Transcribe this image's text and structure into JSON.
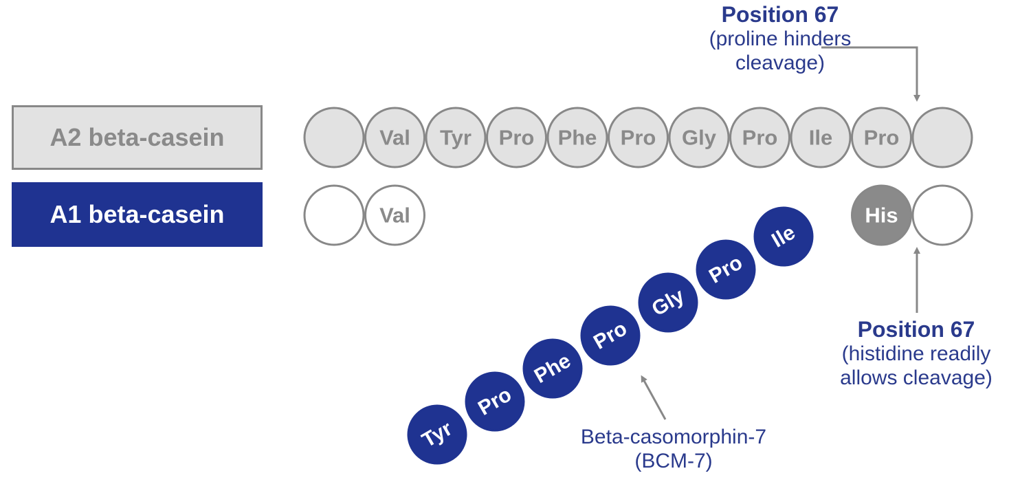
{
  "colors": {
    "navy": "#1f3391",
    "grey_fill": "#e2e2e2",
    "grey_stroke": "#888888",
    "grey_text": "#8a8a8a",
    "his_fill": "#8a8a8a",
    "annotation_text": "#2a3a8c",
    "arrow": "#888888"
  },
  "labels": {
    "a2": "A2 beta-casein",
    "a1": "A1 beta-casein"
  },
  "a2_chain": [
    "",
    "Val",
    "Tyr",
    "Pro",
    "Phe",
    "Pro",
    "Gly",
    "Pro",
    "Ile",
    "Pro",
    ""
  ],
  "a1_chain": {
    "left": [
      "",
      "Val"
    ],
    "right": [
      "His",
      ""
    ]
  },
  "bcm7_chain": [
    "Tyr",
    "Pro",
    "Phe",
    "Pro",
    "Gly",
    "Pro",
    "Ile"
  ],
  "annotations": {
    "top": {
      "title": "Position 67",
      "line1": "(proline hinders",
      "line2": "cleavage)"
    },
    "bottom_right": {
      "title": "Position 67",
      "line1": "(histidine readily",
      "line2": "allows cleavage)"
    },
    "bcm7": {
      "line1": "Beta-casomorphin-7",
      "line2": "(BCM-7)"
    }
  }
}
